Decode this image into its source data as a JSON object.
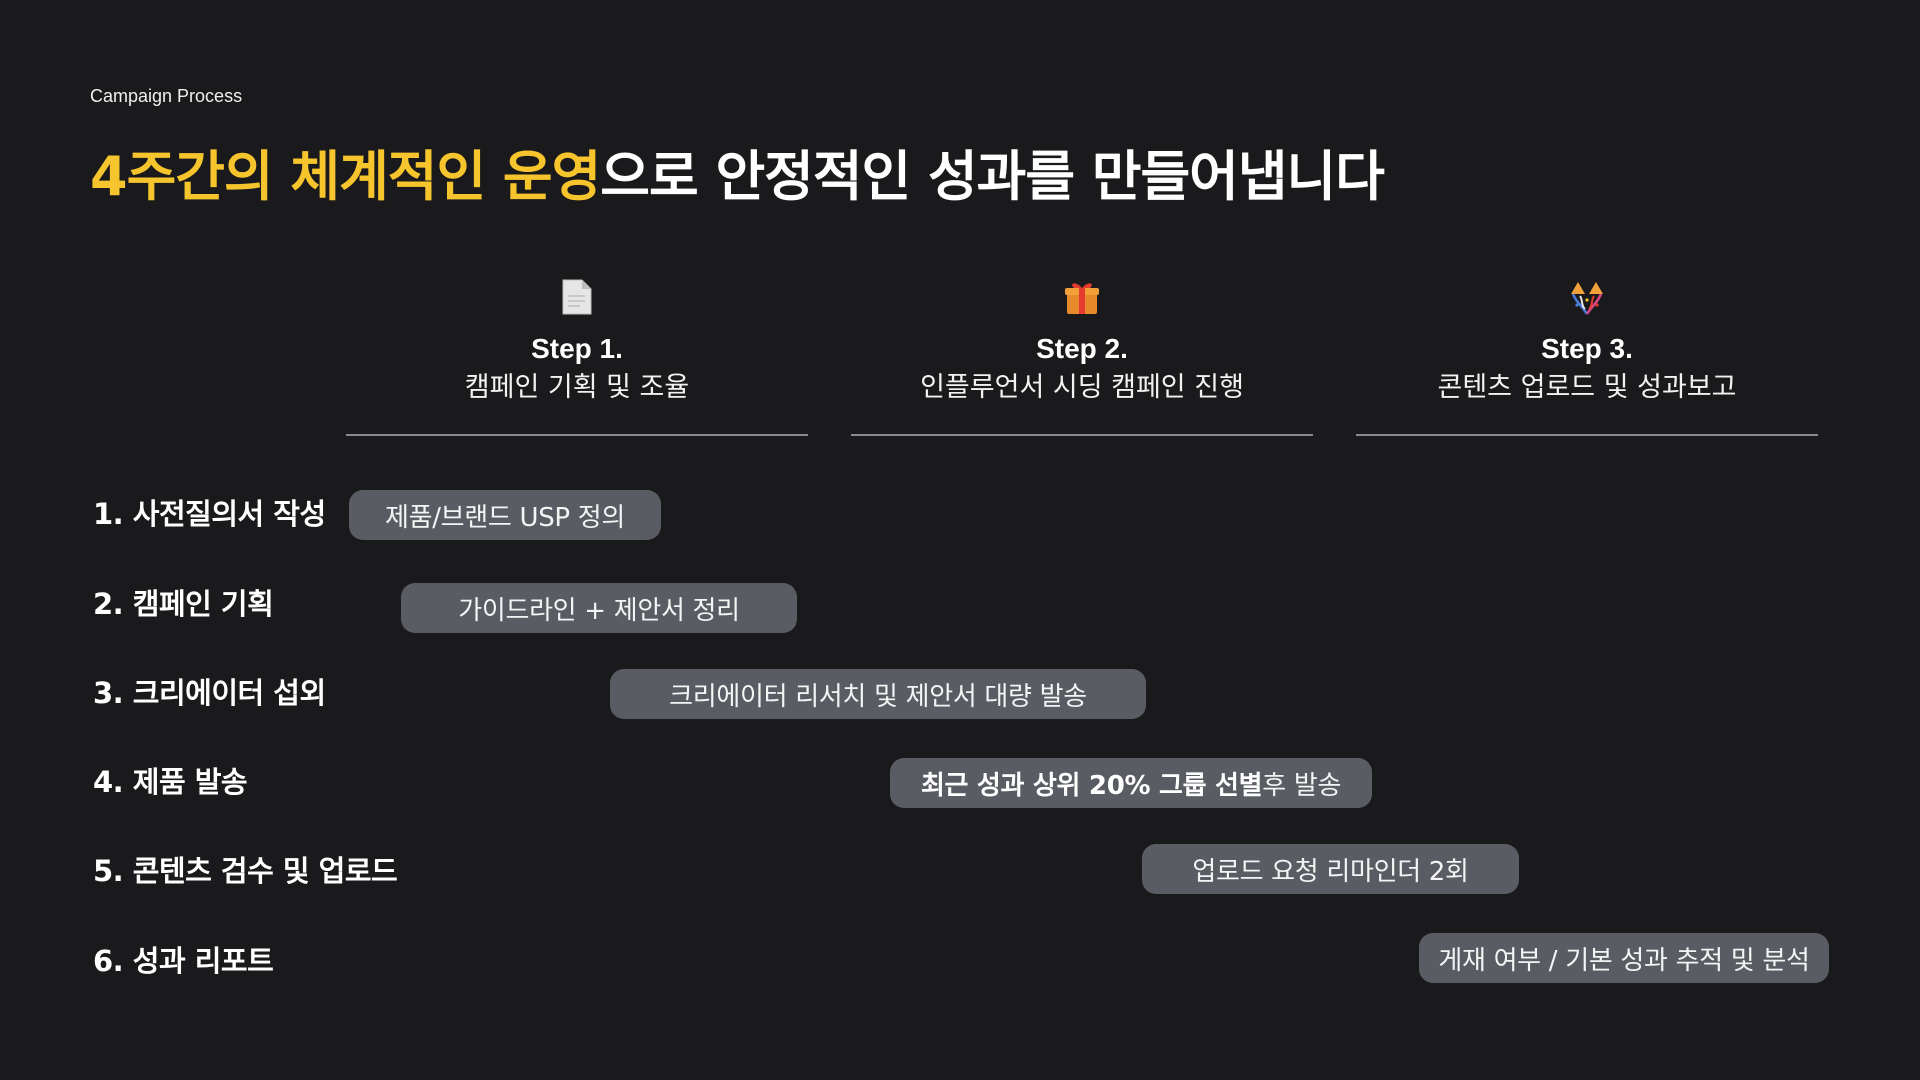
{
  "header": {
    "eyebrow": "Campaign Process",
    "title_highlight": "4주간의 체계적인 운영",
    "title_rest": "으로 안정적인 성과를 만들어냅니다"
  },
  "colors": {
    "background": "#1a1a1c",
    "accent": "#f6c42c",
    "pill": "#595d63",
    "rule": "#8a8a8e"
  },
  "steps": [
    {
      "icon": "document-icon",
      "title": "Step 1.",
      "subtitle": "캠페인 기획 및 조율"
    },
    {
      "icon": "gift-icon",
      "title": "Step 2.",
      "subtitle": "인플루언서 시딩 캠페인 진행"
    },
    {
      "icon": "confetti-icon",
      "title": "Step 3.",
      "subtitle": "콘텐츠 업로드 및 성과보고"
    }
  ],
  "rows": [
    {
      "label": "1. 사전질의서 작성",
      "task": "제품/브랜드 USP 정의"
    },
    {
      "label": "2. 캠페인 기획",
      "task": "가이드라인 + 제안서 정리"
    },
    {
      "label": "3. 크리에이터 섭외",
      "task": "크리에이터 리서치 및 제안서 대량 발송"
    },
    {
      "label": "4. 제품 발송",
      "task_strong": "최근 성과 상위 20% 그룹 선별",
      "task_normal": " 후 발송"
    },
    {
      "label": "5. 콘텐츠 검수 및 업로드",
      "task": "업로드 요청 리마인더 2회"
    },
    {
      "label": "6. 성과 리포트",
      "task": "게재 여부 / 기본 성과 추적 및 분석"
    }
  ]
}
